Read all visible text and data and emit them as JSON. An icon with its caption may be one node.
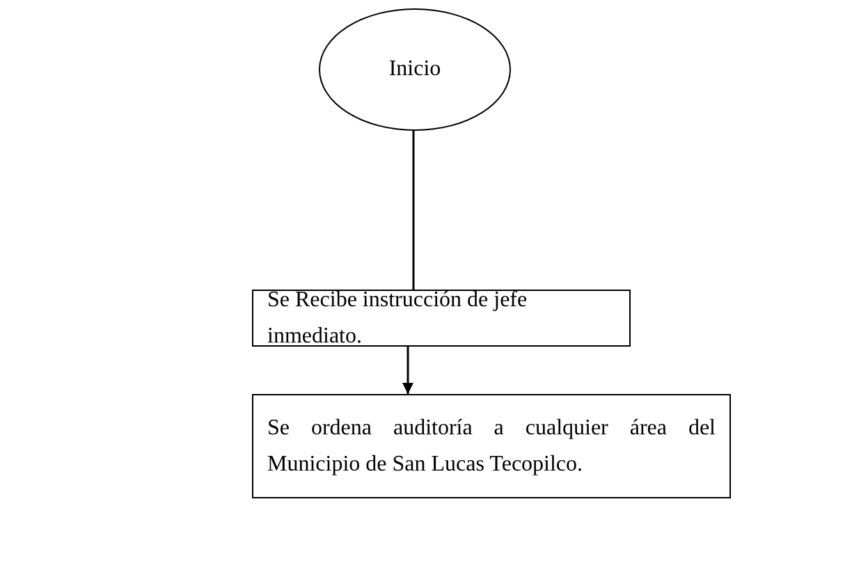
{
  "diagram": {
    "nodes": [
      {
        "text": [
          "Inicio"
        ]
      },
      {
        "text": [
          "Se Recibe instrucción de jefe inmediato."
        ]
      },
      {
        "text": [
          "Se ordena auditoría a cualquier área del Municipio de San Lucas Tecopilco."
        ]
      }
    ],
    "edges": [
      {
        "from": 0,
        "to": 1,
        "arrow": "none"
      },
      {
        "from": 1,
        "to": 2,
        "arrow": "to"
      }
    ]
  }
}
